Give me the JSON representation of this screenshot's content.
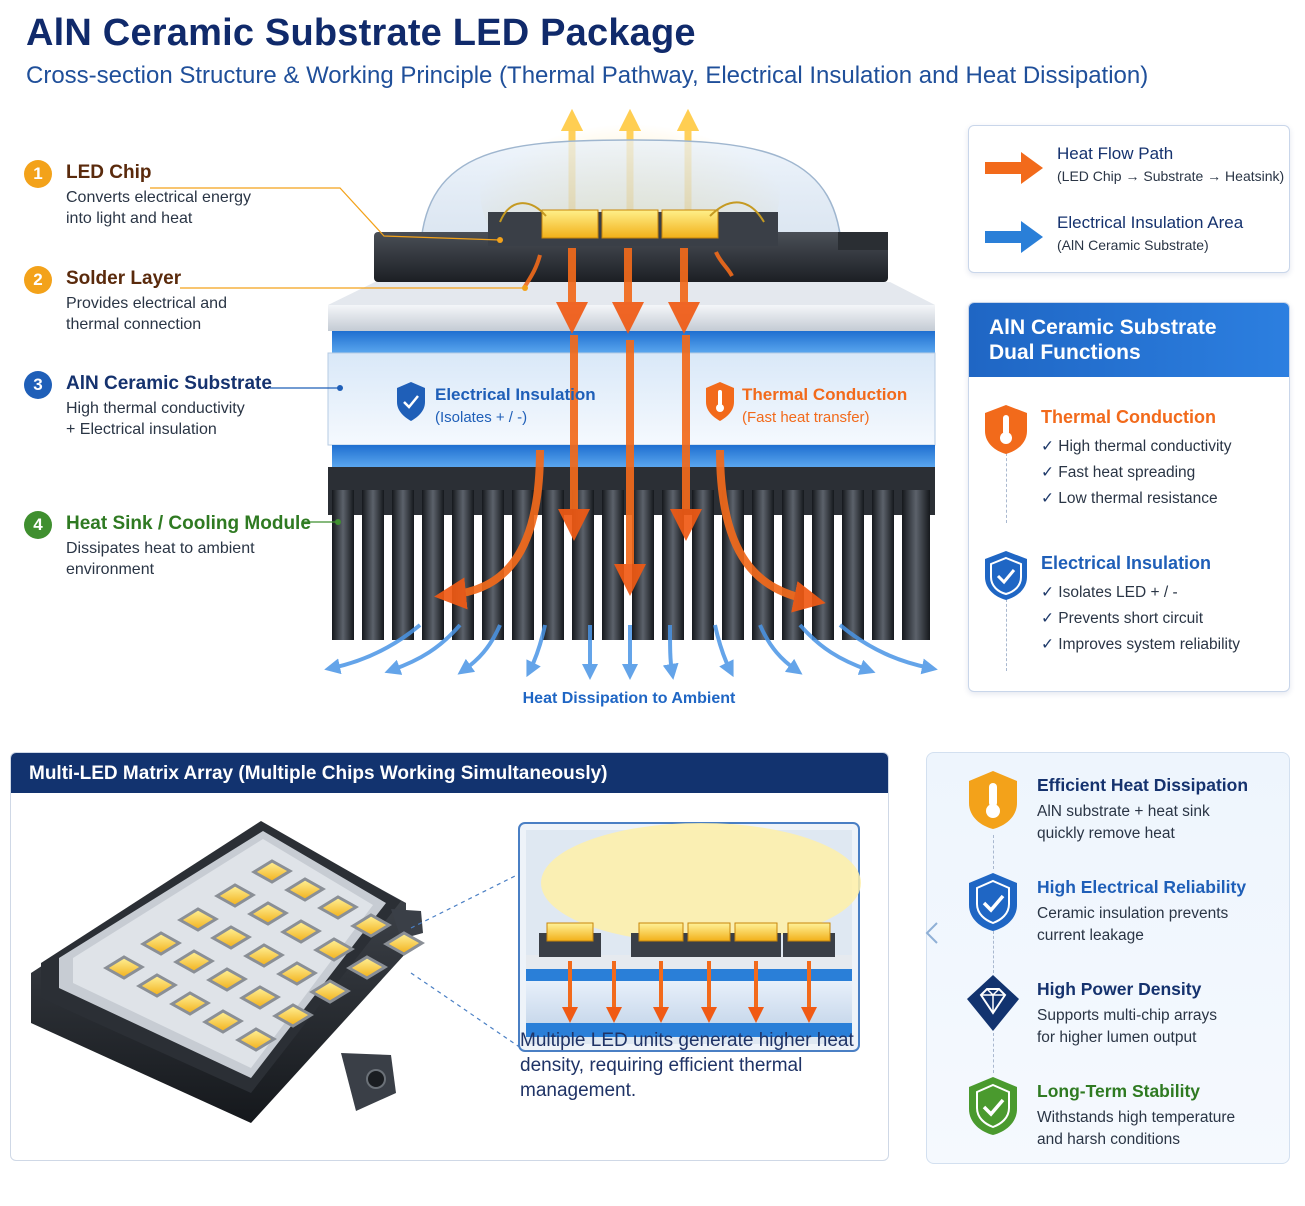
{
  "header": {
    "title": "AlN Ceramic Substrate LED Package",
    "subtitle": "Cross-section Structure & Working Principle (Thermal Pathway, Electrical Insulation and Heat Dissipation)"
  },
  "callouts": [
    {
      "num": "1",
      "title": "LED Chip",
      "desc": "Converts electrical energy\ninto light and heat",
      "color": "#f3a21a",
      "title_color": "#5a2a0c"
    },
    {
      "num": "2",
      "title": "Solder Layer",
      "desc": "Provides electrical and\nthermal connection",
      "color": "#f3a21a",
      "title_color": "#5a2a0c"
    },
    {
      "num": "3",
      "title": "AlN Ceramic Substrate",
      "desc": "High thermal conductivity\n+ Electrical insulation",
      "color": "#1f5fb8",
      "title_color": "#15326e"
    },
    {
      "num": "4",
      "title": "Heat Sink / Cooling Module",
      "desc": "Dissipates heat to ambient\nenvironment",
      "color": "#3f8f2f",
      "title_color": "#2f7a22"
    }
  ],
  "diagram": {
    "insulation_label": "Electrical Insulation",
    "insulation_sub": "(Isolates + / -)",
    "conduction_label": "Thermal Conduction",
    "conduction_sub": "(Fast heat transfer)",
    "dissipation_label": "Heat Dissipation to Ambient"
  },
  "legend": {
    "heat_title": "Heat Flow Path",
    "heat_sub": "(LED Chip → Substrate → Heatsink)",
    "insulation_title": "Electrical Insulation Area",
    "insulation_sub": "(AlN Ceramic Substrate)"
  },
  "dual_functions": {
    "title": "AlN Ceramic Substrate\nDual Functions",
    "thermal": {
      "title": "Thermal Conduction",
      "items": [
        "High thermal conductivity",
        "Fast heat spreading",
        "Low thermal resistance"
      ]
    },
    "electrical": {
      "title": "Electrical Insulation",
      "items": [
        "Isolates LED + / -",
        "Prevents short circuit",
        "Improves system reliability"
      ]
    }
  },
  "matrix": {
    "title": "Multi-LED Matrix Array (Multiple Chips Working Simultaneously)",
    "description": "Multiple LED units generate higher heat density, requiring efficient thermal management."
  },
  "benefits": [
    {
      "title": "Efficient Heat Dissipation",
      "desc": "AlN substrate + heat sink\nquickly remove heat",
      "icon": "thermometer-icon",
      "color": "#f3a21a",
      "title_color": "#15326e"
    },
    {
      "title": "High Electrical Reliability",
      "desc": "Ceramic insulation prevents\ncurrent leakage",
      "icon": "shield-check-icon",
      "color": "#1f66c4",
      "title_color": "#1f5fb8"
    },
    {
      "title": "High Power Density",
      "desc": "Supports multi-chip arrays\nfor higher lumen output",
      "icon": "diamond-icon",
      "color": "#12336f",
      "title_color": "#15326e"
    },
    {
      "title": "Long-Term Stability",
      "desc": "Withstands high temperature\nand harsh conditions",
      "icon": "shield-check-icon",
      "color": "#4a9a2e",
      "title_color": "#2f7a22"
    }
  ],
  "colors": {
    "heat": "#f26a1b",
    "insulation": "#2a7fd8",
    "navy": "#12336f"
  }
}
